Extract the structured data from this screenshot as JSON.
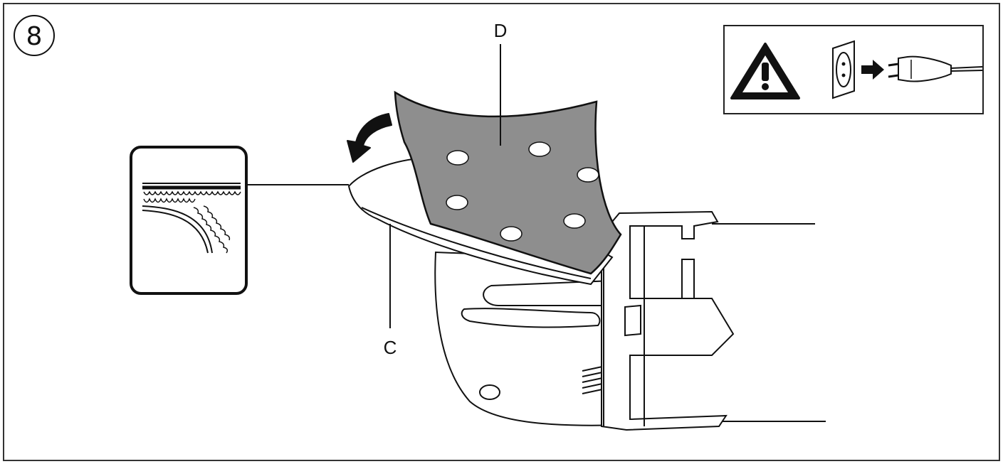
{
  "figure": {
    "step_number": "8",
    "labels": {
      "sanding_pad": "C",
      "sanding_sheet": "D"
    },
    "colors": {
      "line": "#111111",
      "sheet_fill": "#8e8e8e",
      "sheet_holes": "#ffffff",
      "frame": "#333333"
    },
    "icons": [
      "warning-triangle-icon",
      "wall-socket-icon",
      "arrow-right-icon",
      "power-plug-icon",
      "curved-arrow-icon",
      "hook-and-loop-detail-icon"
    ]
  }
}
